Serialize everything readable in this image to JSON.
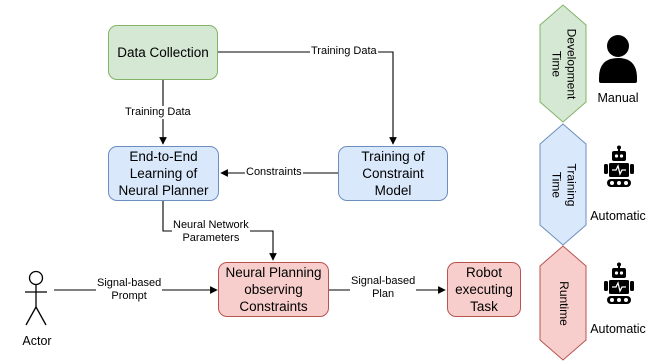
{
  "nodes": {
    "data_collection": "Data Collection",
    "end_to_end": "End-to-End\nLearning of\nNeural Planner",
    "training_constraint": "Training of\nConstraint\nModel",
    "neural_planning": "Neural Planning\nobserving\nConstraints",
    "robot_task": "Robot\nexecuting\nTask",
    "actor": "Actor"
  },
  "edges": {
    "training_data_top": "Training Data",
    "training_data_left": "Training Data",
    "constraints": "Constraints",
    "nn_params": "Neural Network\nParameters",
    "signal_prompt": "Signal-based\nPrompt",
    "signal_plan": "Signal-based\nPlan"
  },
  "phases": [
    {
      "label": "Development\nTime",
      "mode": "Manual",
      "color": "#d5e8d4",
      "border": "#82b366",
      "icon": "person-icon"
    },
    {
      "label": "Training\nTime",
      "mode": "Automatic",
      "color": "#dae8fc",
      "border": "#6c8ebf",
      "icon": "robot-icon"
    },
    {
      "label": "Runtime",
      "mode": "Automatic",
      "color": "#f8cecc",
      "border": "#b85450",
      "icon": "robot-icon"
    }
  ]
}
